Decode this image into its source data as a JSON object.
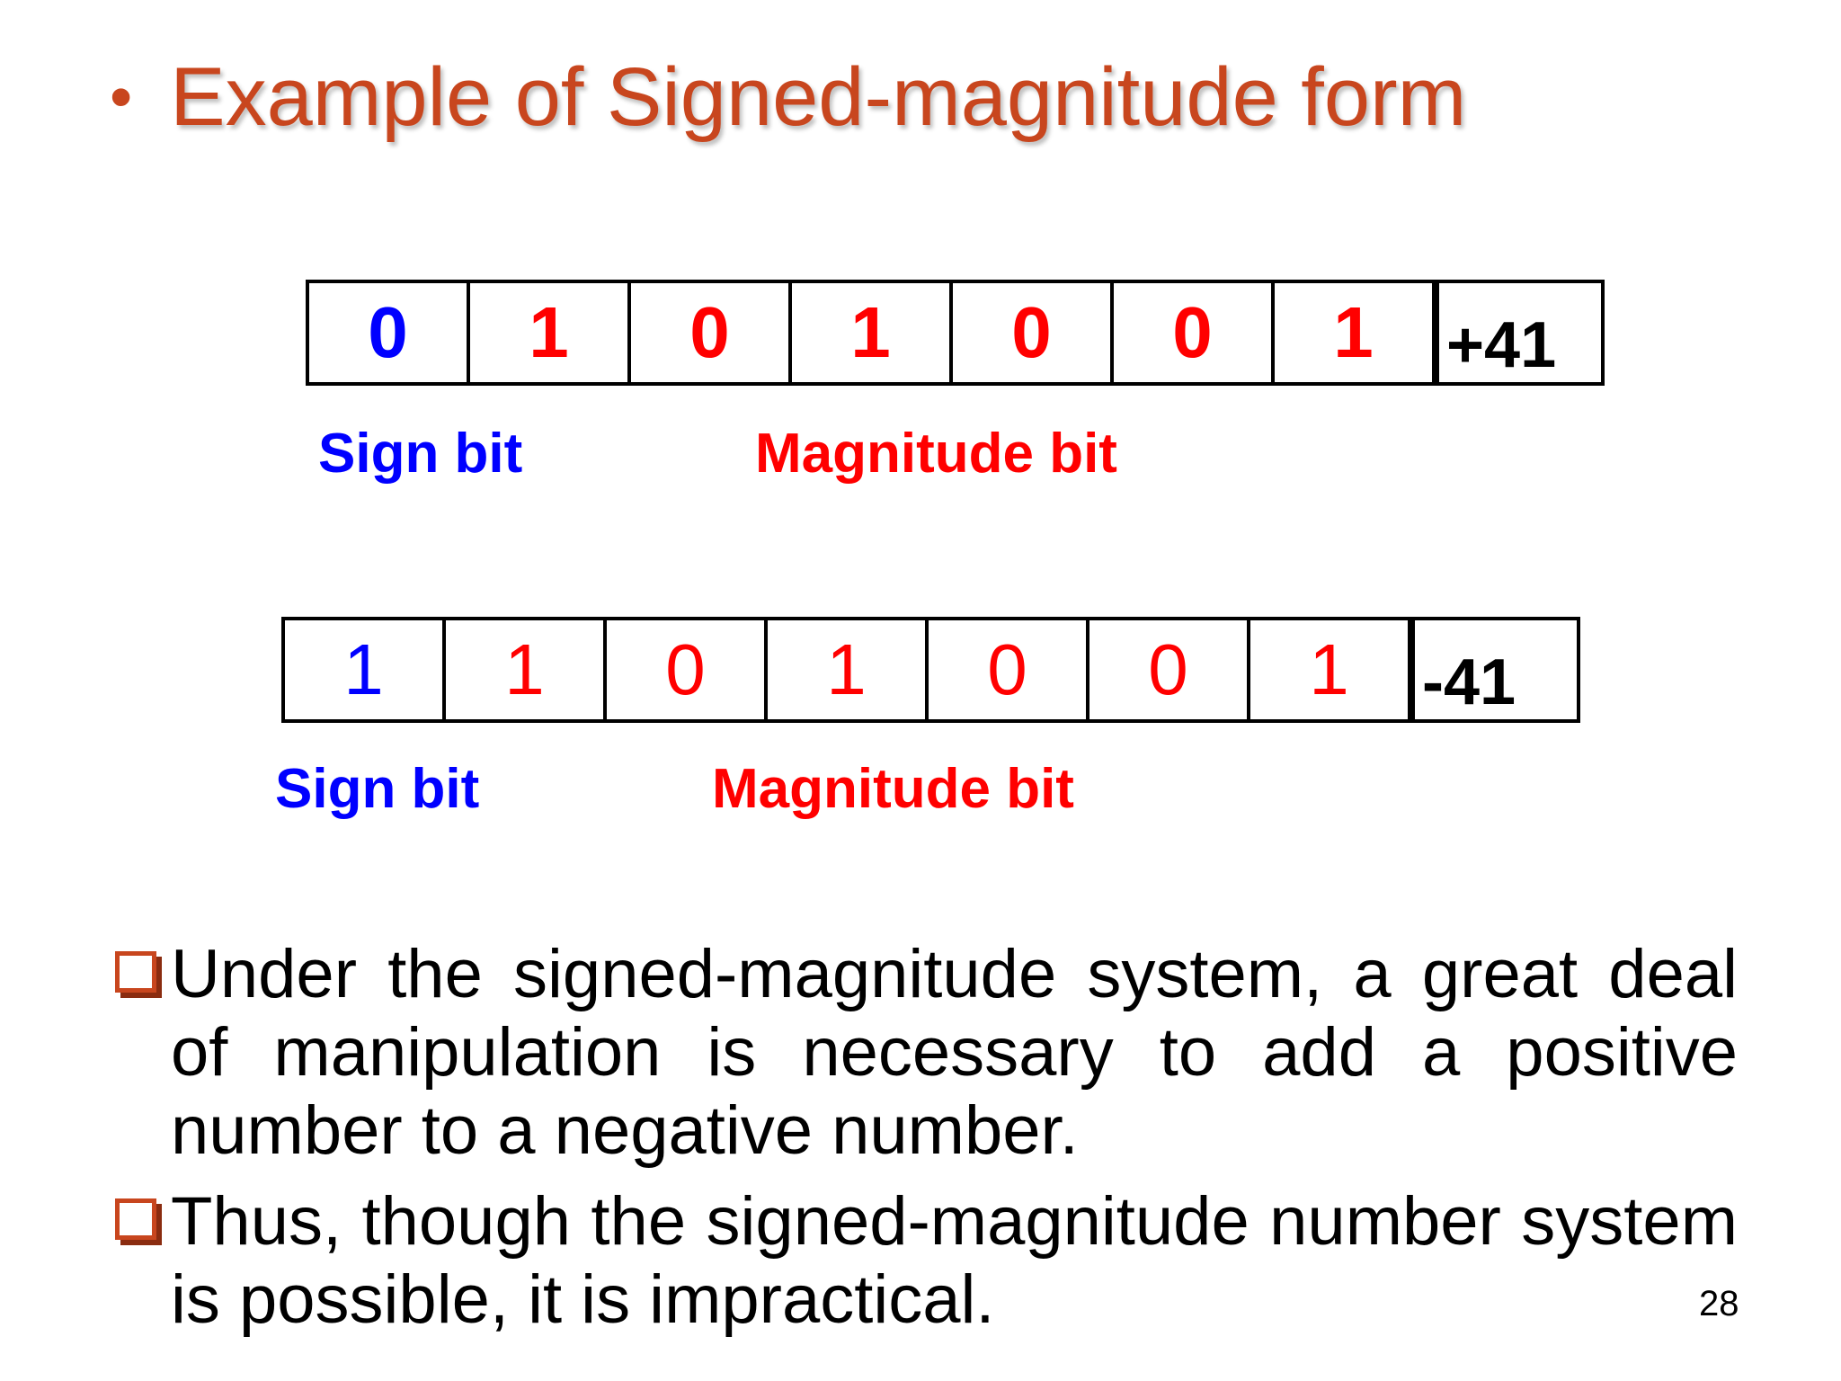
{
  "title": {
    "bullet": "•",
    "text": "Example of Signed-magnitude form"
  },
  "examples": [
    {
      "bits": [
        "0",
        "1",
        "0",
        "1",
        "0",
        "0",
        "1"
      ],
      "value": "+41",
      "sign_label": "Sign bit",
      "magnitude_label": "Magnitude bit"
    },
    {
      "bits": [
        "1",
        "1",
        "0",
        "1",
        "0",
        "0",
        "1"
      ],
      "value": "-41",
      "sign_label": "Sign bit",
      "magnitude_label": "Magnitude bit"
    }
  ],
  "bullets": [
    "Under the signed-magnitude system, a great deal of manipulation is necessary to add a positive number to a negative number.",
    "Thus, though the signed-magnitude number system is possible, it is impractical."
  ],
  "page_number": "28",
  "colors": {
    "title": "#c8461e",
    "sign": "#0000ff",
    "magnitude": "#ff0000"
  }
}
